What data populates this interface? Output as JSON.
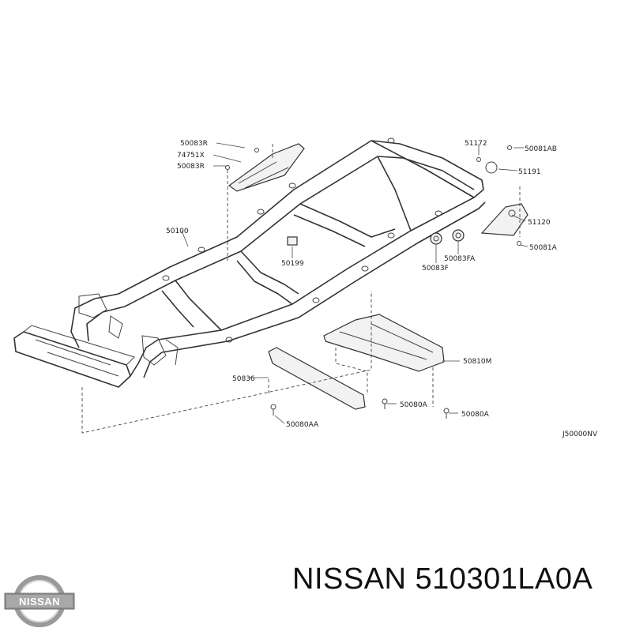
{
  "diagram": {
    "part_labels": {
      "p50083R_top": "50083R",
      "p74751X": "74751X",
      "p50083R_bottom": "50083R",
      "p51172": "51172",
      "p50081AB": "50081AB",
      "p51191": "51191",
      "p51120": "51120",
      "p50081A": "50081A",
      "p50100": "50100",
      "p50199": "50199",
      "p50083FA": "50083FA",
      "p50083F": "50083F",
      "p50810M": "50810M",
      "p50836": "50836",
      "p50080A_left": "50080A",
      "p50080A_right": "50080A",
      "p50080AA": "50080AA"
    },
    "diagram_code": "J50000NV"
  },
  "footer": {
    "brand_logo_text": "NISSAN",
    "part_title": "NISSAN 510301LA0A"
  },
  "colors": {
    "line": "#333333",
    "text": "#111111",
    "logo_metal": "#9a9a9a"
  }
}
